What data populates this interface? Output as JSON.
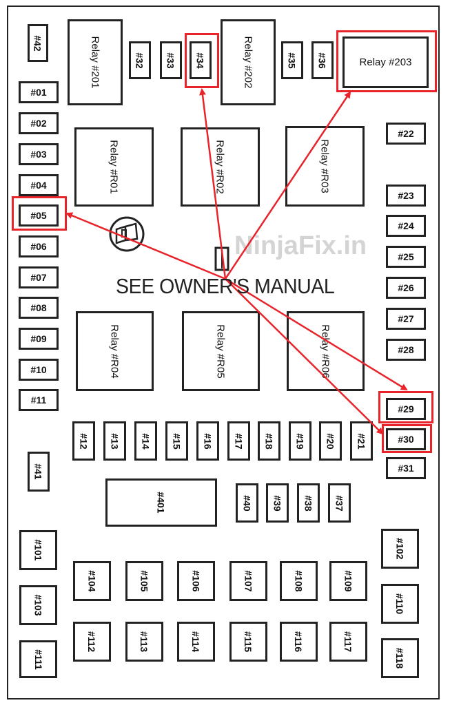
{
  "watermark": "NinjaFix.in",
  "notice": "SEE OWNER'S MANUAL",
  "highlight_color": "#e8232a",
  "highlighted": [
    "#05",
    "#34",
    "Relay  #203",
    "#29",
    "#30"
  ],
  "components": [
    "#42",
    "Relay  #201",
    "#32",
    "#33",
    "#34",
    "Relay  #202",
    "#35",
    "#36",
    "Relay  #203",
    "#01",
    "#02",
    "#03",
    "#04",
    "#05",
    "#06",
    "#07",
    "#08",
    "#09",
    "#10",
    "#11",
    "#22",
    "#23",
    "#24",
    "#25",
    "#26",
    "#27",
    "#28",
    "#29",
    "#30",
    "#31",
    "Relay  #R01",
    "Relay  #R02",
    "Relay  #R03",
    "Relay  #R04",
    "Relay  #R05",
    "Relay  #R06",
    "#12",
    "#13",
    "#14",
    "#15",
    "#16",
    "#17",
    "#18",
    "#19",
    "#20",
    "#21",
    "#41",
    "#401",
    "#40",
    "#39",
    "#38",
    "#37",
    "#101",
    "#103",
    "#111",
    "#104",
    "#105",
    "#106",
    "#107",
    "#108",
    "#109",
    "#102",
    "#110",
    "#118",
    "#112",
    "#113",
    "#114",
    "#115",
    "#116",
    "#117"
  ]
}
